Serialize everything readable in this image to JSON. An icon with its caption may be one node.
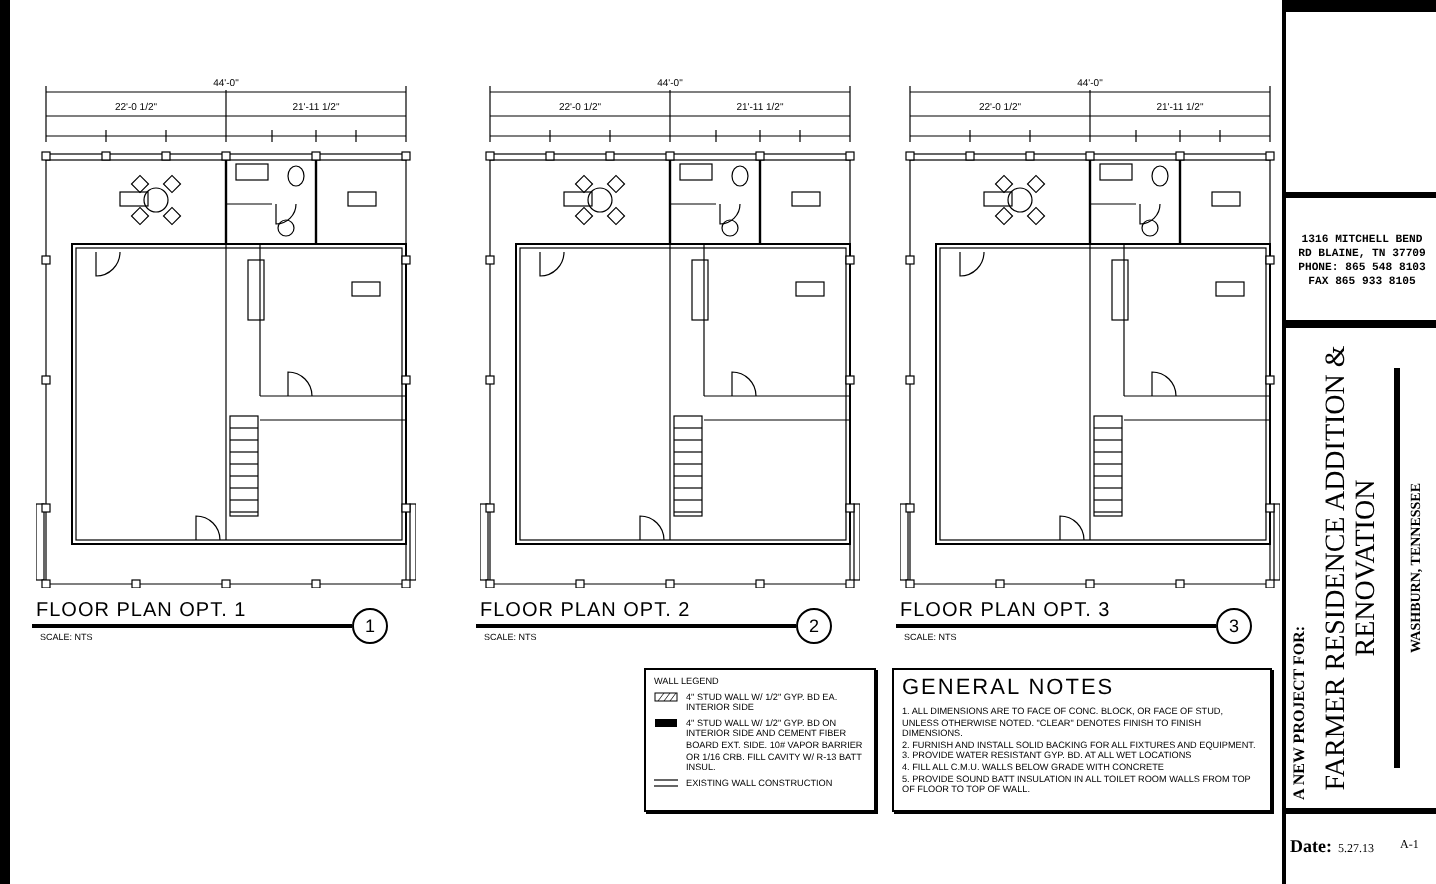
{
  "diagram": {
    "nodes": [
      {
        "text": [
          "1"
        ],
        "beside": [
          "FLOOR PLAN OPT. 1",
          "SCALE: NTS"
        ]
      },
      {
        "text": [
          "2"
        ],
        "beside": [
          "FLOOR PLAN OPT. 2",
          "SCALE: NTS"
        ]
      },
      {
        "text": [
          "3"
        ],
        "beside": [
          "FLOOR PLAN OPT. 3",
          "SCALE: NTS"
        ]
      },
      {
        "text": [
          "WALL LEGEND"
        ]
      },
      {
        "text": [
          "GENERAL NOTES",
          "1. ALL DIMENSIONS ARE TO FACE OF CONC. BLOCK, OR FACE OF STUD, UNLESS OTHERWISE NOTED. \"CLEAR\" DENOTES FINISH TO FINISH DIMENSIONS.",
          "2. FURNISH AND INSTALL SOLID BACKING FOR ALL FIXTURES AND EQUIPMENT.",
          "3. PROVIDE WATER RESISTANT GYP. BD. AT ALL WET LOCATIONS",
          "4. FILL ALL C.M.U. WALLS BELOW GRADE WITH CONCRETE",
          "5. PROVIDE SOUND BATT INSULATION IN ALL TOILET ROOM WALLS FROM TOP OF FLOOR TO TOP OF WALL."
        ]
      },
      {
        "text": [
          "1316 MITCHELL BEND RD BLAINE, TN 37709 PHONE: 865 548 8103 FAX 865 933 8105"
        ]
      },
      {
        "text": [
          "A NEW PROJECT FOR:",
          "FARMER RESIDENCE ADDITION & RENOVATION",
          "WASHBURN, TENNESSEE"
        ]
      },
      {
        "text": [
          "Date:",
          "5.27.13"
        ]
      },
      {
        "text": [
          "A-1"
        ]
      }
    ],
    "labels": [
      "44'-0\"",
      "22'-0 1/2\"",
      "21'-11 1/2\"",
      "44'-0\"",
      "22'-0 1/2\"",
      "21'-11 1/2\"",
      "44'-0\"",
      "22'-0 1/2\"",
      "21'-11 1/2\""
    ],
    "legend": [
      {
        "text": "4\" STUD WALL W/ 1/2\" GYP. BD EA. INTERIOR SIDE"
      },
      {
        "text": "4\" STUD WALL W/ 1/2\" GYP. BD ON INTERIOR SIDE AND CEMENT FIBER BOARD EXT. SIDE. 10# VAPOR BARRIER OR 1/16 CRB. FILL CAVITY W/ R-13 BATT INSUL."
      },
      {
        "text": "EXISTING WALL CONSTRUCTION"
      }
    ]
  }
}
